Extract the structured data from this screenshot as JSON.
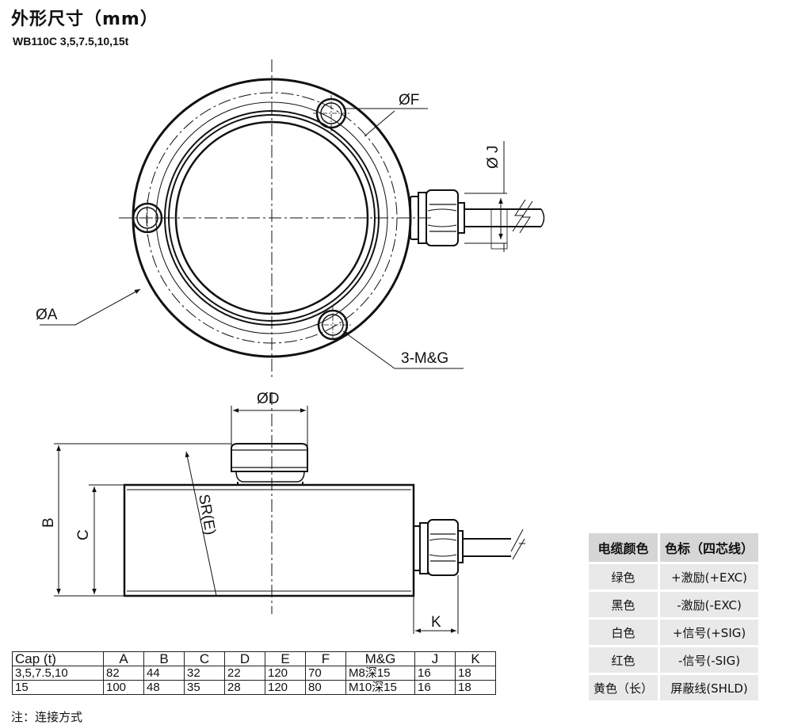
{
  "header": {
    "title": "外形尺寸（mm）",
    "subtitle": "WB110C 3,5,7.5,10,15t"
  },
  "labels": {
    "phi_f": "ØF",
    "phi_j": "Ø J",
    "phi_a": "ØA",
    "holes": "3-M&G",
    "phi_d": "ØD",
    "b": "B",
    "c": "C",
    "sr_e": "SR(E)",
    "k": "K"
  },
  "dimension_table": {
    "headers": [
      "Cap (t)",
      "A",
      "B",
      "C",
      "D",
      "E",
      "F",
      "M&G",
      "J",
      "K"
    ],
    "rows": [
      [
        "3,5,7.5,10",
        "82",
        "44",
        "32",
        "22",
        "120",
        "70",
        "M8深15",
        "16",
        "18"
      ],
      [
        "15",
        "100",
        "48",
        "35",
        "28",
        "120",
        "80",
        "M10深15",
        "16",
        "18"
      ]
    ]
  },
  "wire_table": {
    "headers": [
      "电缆颜色",
      "色标（四芯线）"
    ],
    "rows": [
      [
        "绿色",
        "+激励(+EXC)"
      ],
      [
        "黑色",
        "-激励(-EXC)"
      ],
      [
        "白色",
        "+信号(+SIG)"
      ],
      [
        "红色",
        "-信号(-SIG)"
      ],
      [
        "黄色（长）",
        "屏蔽线(SHLD)"
      ]
    ]
  },
  "footer": {
    "text": "注：连接方式"
  }
}
